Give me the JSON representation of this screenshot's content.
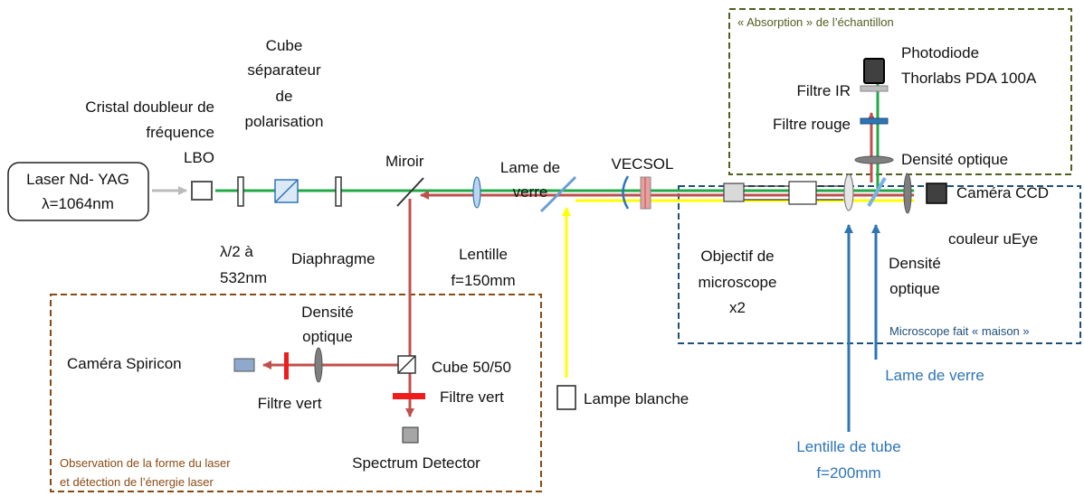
{
  "colors": {
    "red_beam": "#c0504d",
    "green_beam": "#22a847",
    "yellow_beam": "#ffff00",
    "blue_annotation": "#2e75b6",
    "orange_box": "#8a4a14",
    "olive_box": "#4f5f1e",
    "teal_box": "#1f4e79",
    "filter_red": "#ee1c1c"
  },
  "boxes": {
    "absorption_title": "« Absorption » de l’échantillon",
    "microscope_title": "Microscope fait « maison »",
    "observation_line1": "Observation de la forme du laser",
    "observation_line2": "et détection de l’énergie laser"
  },
  "laser": {
    "line1": "Laser Nd- YAG",
    "line2": "λ=1064nm"
  },
  "crystal": {
    "line1": "Cristal doubleur de",
    "line2": "fréquence",
    "line3": "LBO"
  },
  "waveplate": {
    "line1": "λ/2 à",
    "line2": "532nm"
  },
  "cube": {
    "line1": "Cube",
    "line2": "séparateur",
    "line3": "de",
    "line4": "polarisation"
  },
  "diaphragm": "Diaphragme",
  "mirror": "Miroir",
  "lens": {
    "line1": "Lentille",
    "line2": "f=150mm"
  },
  "glass_plate": {
    "line1": "Lame de",
    "line2": "verre"
  },
  "vecsol": "VECSOL",
  "objective": {
    "line1": "Objectif de",
    "line2": "microscope",
    "line3": "x2"
  },
  "ccd": {
    "line1": "Caméra CCD",
    "line2": "couleur uEye"
  },
  "density_right": {
    "line1": "Densité",
    "line2": "optique"
  },
  "photodiode": {
    "line1": "Photodiode",
    "line2": "Thorlabs PDA 100A"
  },
  "ir_filter": "Filtre IR",
  "red_filter": "Filtre rouge",
  "density_top": "Densité optique",
  "lamp": "Lampe blanche",
  "glass_plate_blue": "Lame de verre",
  "tube_lens": {
    "line1": "Lentille de tube",
    "line2": "f=200mm"
  },
  "density_left": {
    "line1": "Densité",
    "line2": "optique"
  },
  "spiricon": "Caméra Spiricon",
  "green_filter_left": "Filtre vert",
  "cube_5050": "Cube 50/50",
  "green_filter_right": "Filtre vert",
  "spectrum": "Spectrum Detector"
}
